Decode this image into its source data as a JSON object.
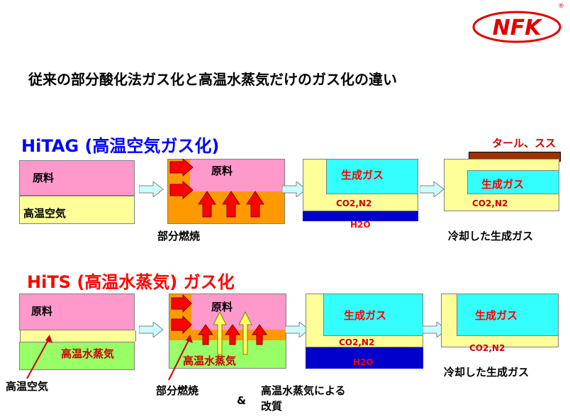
{
  "logo": {
    "text": "NFK",
    "registered": "®"
  },
  "page_title": "従来の部分酸化法ガス化と高温水蒸気だけのガス化の違い",
  "hitag": {
    "heading": "HiTAG (高温空気ガス化)",
    "raw_material": "原料",
    "hot_air": "高温空気",
    "partial_combustion": "部分燃焼",
    "gen_gas": "生成ガス",
    "co2n2": "CO2,N2",
    "h2o": "H2O",
    "tar_soot": "タール、スス",
    "cooled_gas": "冷却した生成ガス"
  },
  "hits": {
    "heading": "HiTS (高温水蒸気) ガス化",
    "raw_material": "原料",
    "hot_steam": "高温水蒸気",
    "hot_air": "高温空気",
    "partial_combustion": "部分燃焼",
    "ampersand": "&",
    "reforming_line1": "高温水蒸気による",
    "reforming_line2": "改質",
    "gen_gas": "生成ガス",
    "co2n2": "CO2,N2",
    "h2o": "H2O",
    "cooled_gas": "冷却した生成ガス"
  }
}
